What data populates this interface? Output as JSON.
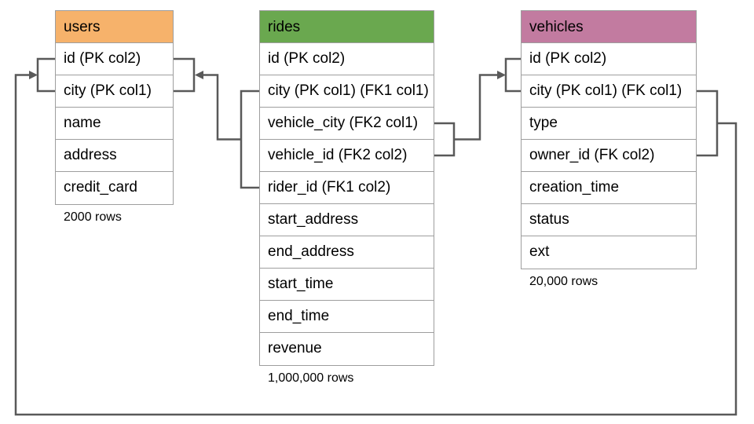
{
  "canvas": {
    "background": "#ffffff"
  },
  "colors": {
    "connector": "#595959",
    "table_border": "#9e9e9e",
    "text": "#000000",
    "users_header": "#f6b26b",
    "rides_header": "#6aa84f",
    "vehicles_header": "#c27ba0"
  },
  "tables": [
    {
      "id": "users",
      "title": "users",
      "header_color": "#f6b26b",
      "caption": "2000 rows",
      "columns": [
        "id (PK col2)",
        "city (PK col1)",
        "name",
        "address",
        "credit_card"
      ]
    },
    {
      "id": "rides",
      "title": "rides",
      "header_color": "#6aa84f",
      "caption": "1,000,000 rows",
      "columns": [
        "id (PK col2)",
        "city (PK col1) (FK1 col1)",
        "vehicle_city (FK2 col1)",
        "vehicle_id (FK2 col2)",
        "rider_id (FK1 col2)",
        "start_address",
        "end_address",
        "start_time",
        "end_time",
        "revenue"
      ]
    },
    {
      "id": "vehicles",
      "title": "vehicles",
      "header_color": "#c27ba0",
      "caption": "20,000 rows",
      "columns": [
        "id (PK col2)",
        "city (PK col1) (FK col1)",
        "type",
        "owner_id (FK col2)",
        "creation_time",
        "status",
        "ext"
      ]
    }
  ],
  "relationships": [
    {
      "id": "fk1",
      "from_table": "rides",
      "from_columns": [
        "city (PK col1) (FK1 col1)",
        "rider_id (FK1 col2)"
      ],
      "to_table": "users",
      "to_columns": [
        "id (PK col2)",
        "city (PK col1)"
      ],
      "arrow_points_to": "users"
    },
    {
      "id": "fk2",
      "from_table": "rides",
      "from_columns": [
        "vehicle_city (FK2 col1)",
        "vehicle_id (FK2 col2)"
      ],
      "to_table": "vehicles",
      "to_columns": [
        "id (PK col2)",
        "city (PK col1) (FK col1)"
      ],
      "arrow_points_to": "vehicles"
    },
    {
      "id": "fk",
      "from_table": "vehicles",
      "from_columns": [
        "city (PK col1) (FK col1)",
        "owner_id (FK col2)"
      ],
      "to_table": "users",
      "to_columns": [
        "id (PK col2)",
        "city (PK col1)"
      ],
      "arrow_points_to": "users"
    }
  ]
}
